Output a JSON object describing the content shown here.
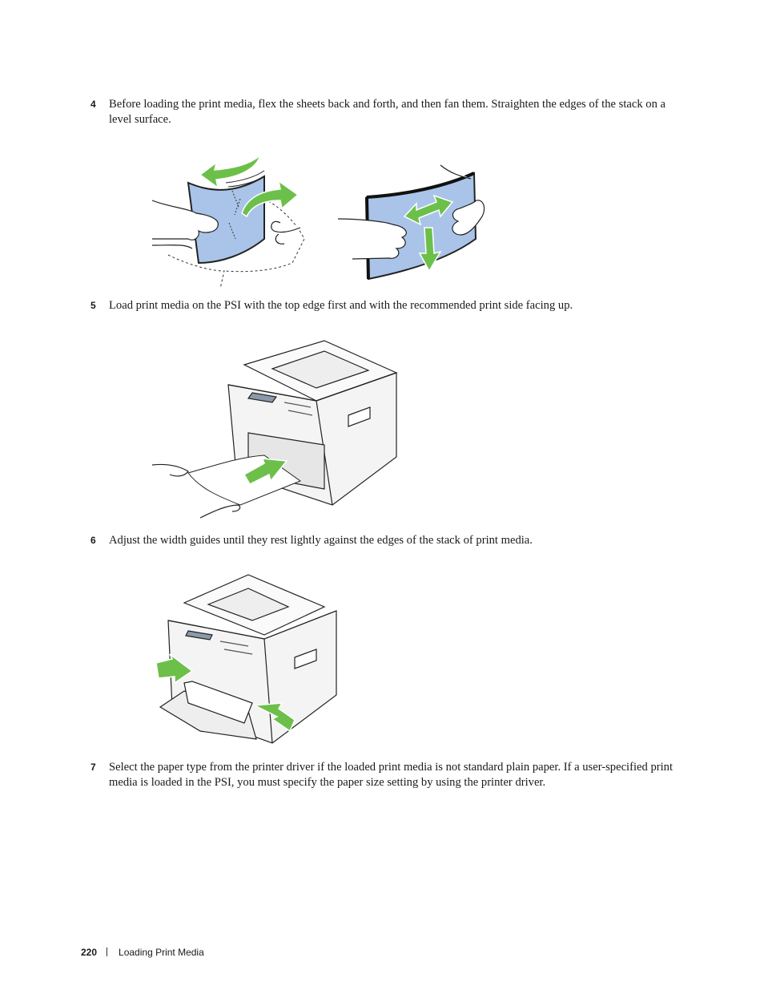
{
  "steps": [
    {
      "number": "4",
      "text": "Before loading the print media, flex the sheets back and forth, and then fan them. Straighten the edges of the stack on a level surface."
    },
    {
      "number": "5",
      "text": "Load print media on the PSI with the top edge first and with the recommended print side facing up."
    },
    {
      "number": "6",
      "text": "Adjust the width guides until they rest lightly against the edges of the stack of print media."
    },
    {
      "number": "7",
      "text": "Select the paper type from the printer driver if the loaded print media is not standard plain paper. If a user-specified print media is loaded in the PSI, you must specify the paper size setting by using the printer driver."
    }
  ],
  "footer": {
    "page_number": "220",
    "section": "Loading Print Media"
  },
  "colors": {
    "paper_blue": "#a9c4e8",
    "arrow_green": "#6cc04a",
    "text": "#1a1a1a",
    "printer_body": "#f4f4f4"
  }
}
